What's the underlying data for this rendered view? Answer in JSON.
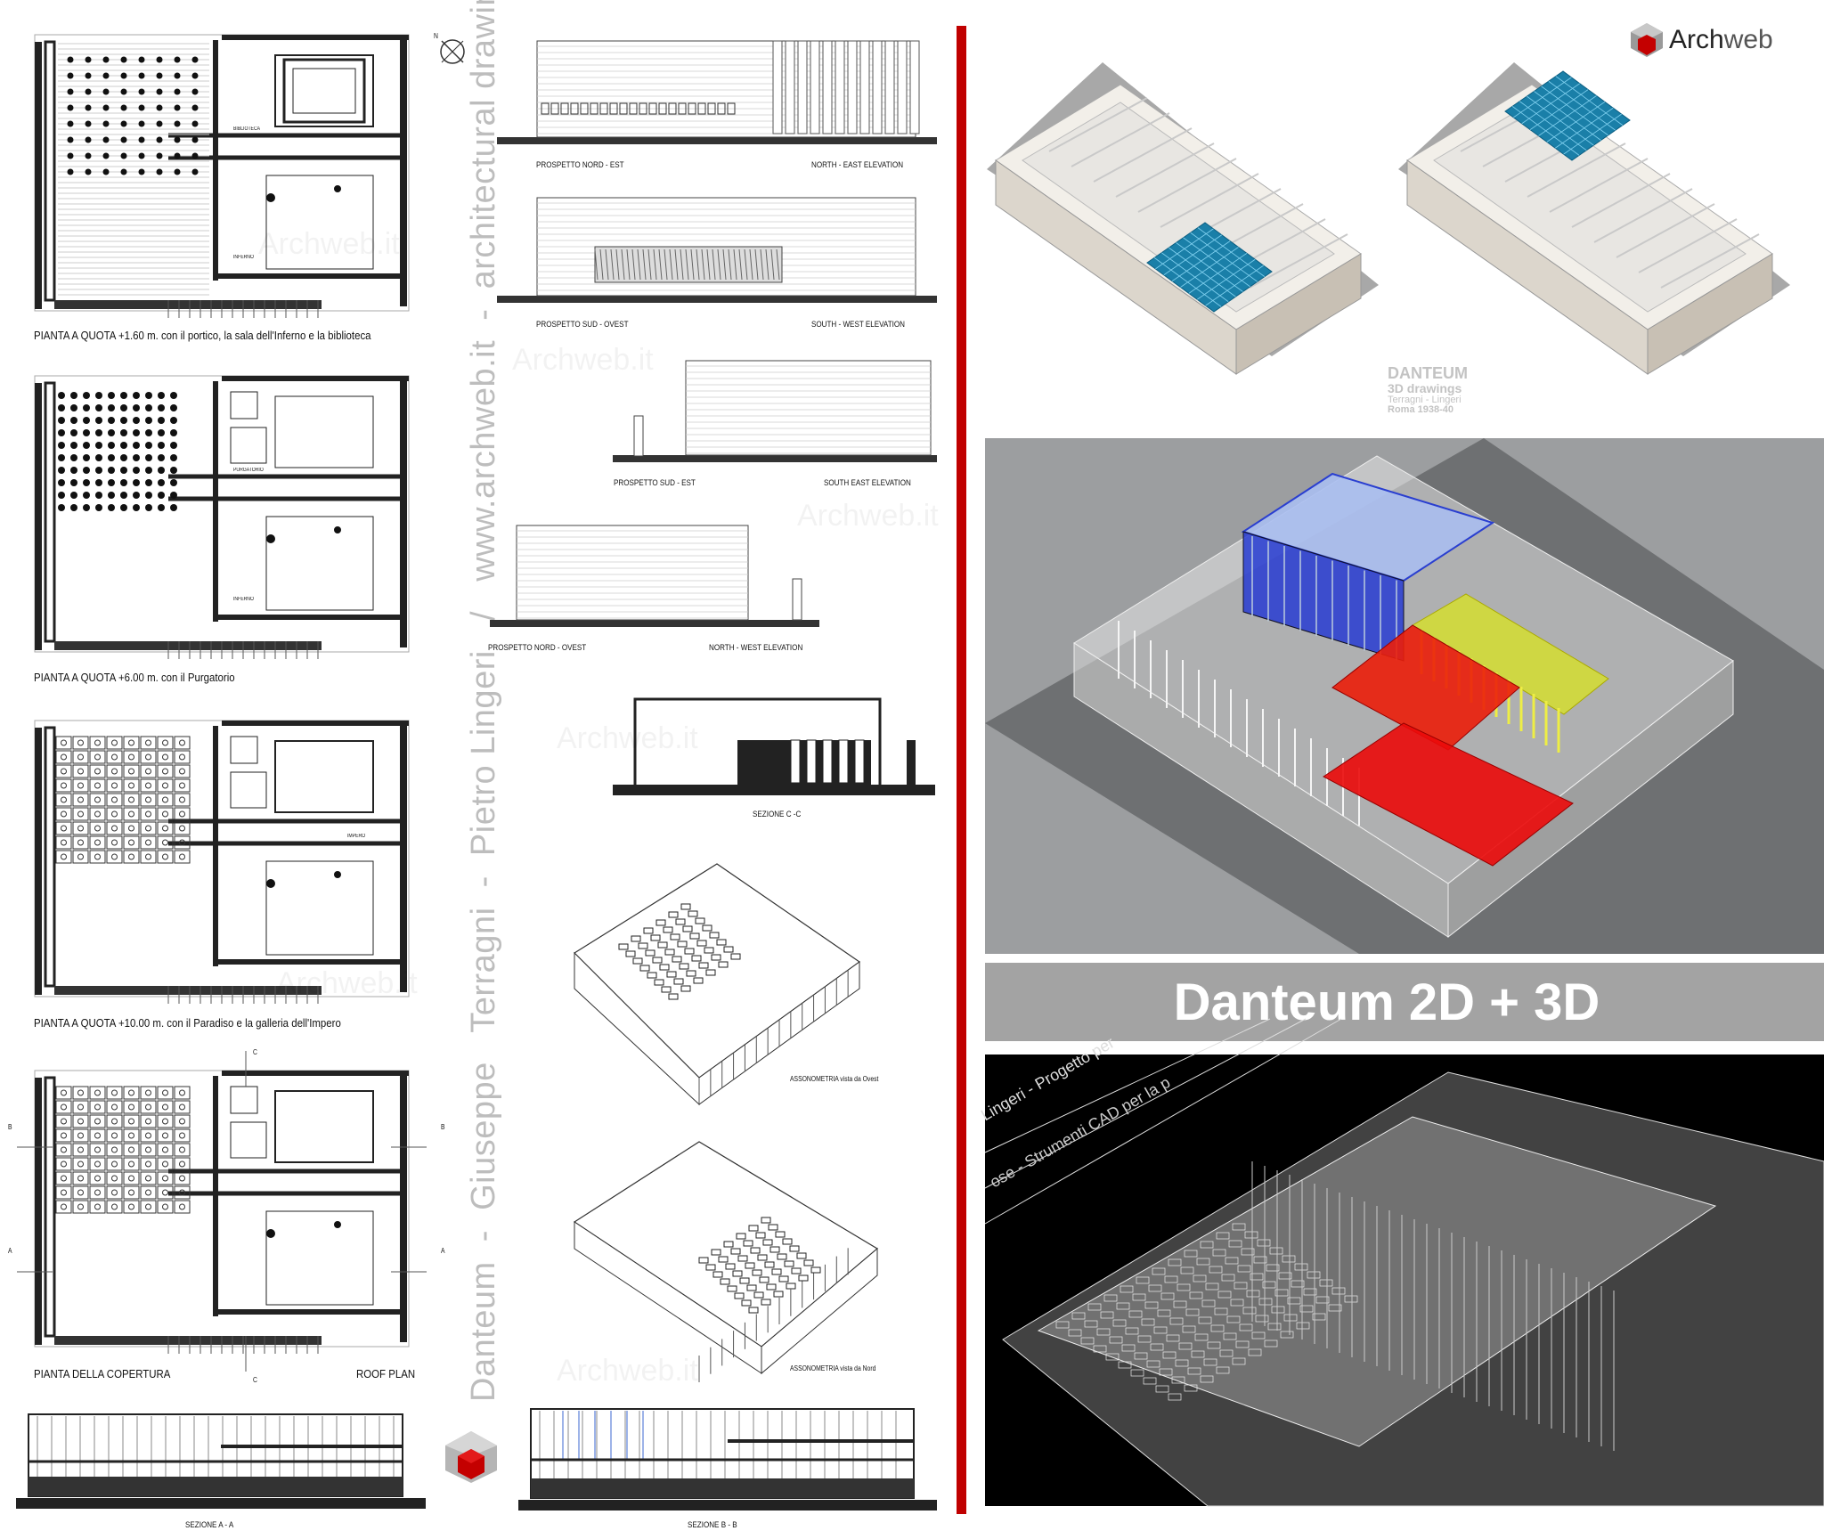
{
  "plans": {
    "plan1_caption": "PIANTA A QUOTA +1.60 m. con il portico, la sala dell'Inferno e la biblioteca",
    "plan2_caption": "PIANTA A QUOTA +6.00 m. con il Purgatorio",
    "plan3_caption": "PIANTA A QUOTA +10.00 m. con il Paradiso e la galleria dell'Impero",
    "roof_caption_it": "PIANTA DELLA COPERTURA",
    "roof_caption_en": "ROOF PLAN",
    "room_labels": {
      "biblioteca": "BIBLIOTECA",
      "inferno": "INFERNO",
      "purgatorio": "PURGATORIO",
      "impero": "IMPERO"
    },
    "section_markers": {
      "a": "A",
      "b": "B",
      "c": "C"
    }
  },
  "sections": {
    "aa": "SEZIONE  A - A",
    "bb": "SEZIONE  B - B",
    "cc": "SEZIONE C -C"
  },
  "elevations": [
    {
      "it": "PROSPETTO    NORD - EST",
      "en": "NORTH - EAST  ELEVATION"
    },
    {
      "it": "PROSPETTO   SUD - OVEST",
      "en": "SOUTH - WEST  ELEVATION"
    },
    {
      "it": "PROSPETTO   SUD - EST",
      "en": "SOUTH EAST ELEVATION"
    },
    {
      "it": "PROSPETTO   NORD - OVEST",
      "en": "NORTH - WEST ELEVATION"
    }
  ],
  "axonometries": {
    "west": "ASSONOMETRIA   vista da Ovest",
    "north": "ASSONOMETRIA    vista da Nord"
  },
  "vertical_title": "Danteum  -  Giuseppe   Terragni  -  Pietro Lingeri   /   www.archweb.it  -  architectural drawings",
  "watermark": "Archweb.it",
  "north_arrow_label": "N",
  "brand": {
    "name_bold": "Arch",
    "name_light": "web",
    "accent": "#c00000"
  },
  "render_caption": {
    "title": "DANTEUM",
    "subtitle": "3D drawings",
    "authors": "Terragni - Lingeri",
    "place_date": "Roma 1938-40"
  },
  "main_title": "Danteum 2D + 3D",
  "cad_overlay_text": {
    "line1": "Lingeri - Progetto per",
    "line2": "ose - Strumenti CAD  per la p"
  },
  "colors": {
    "divider": "#c00000",
    "glass_blue": "#1a7fa8",
    "paradiso_blue": "#2a3fd0",
    "purgatorio_yellow": "#d8e030",
    "inferno_red": "#e01010",
    "panel_gray": "#9c9ea0",
    "band_gray": "#a3a3a3"
  }
}
